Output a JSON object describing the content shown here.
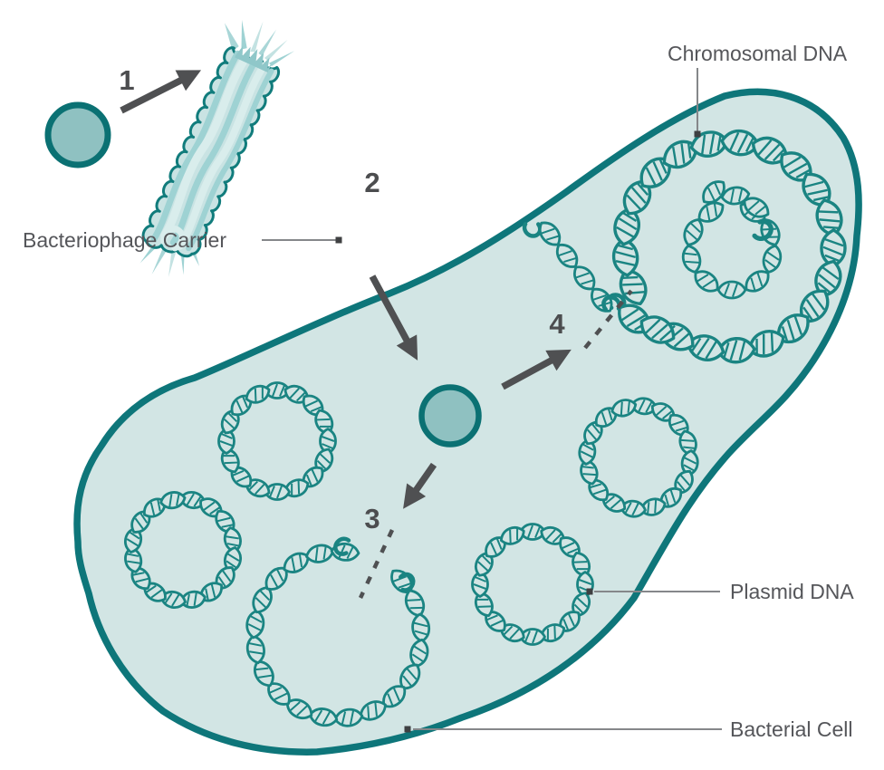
{
  "figure": {
    "labels": {
      "chromosomal_dna": "Chromosomal DNA",
      "bacteriophage_carrier": "Bacteriophage Carrier",
      "plasmid_dna": "Plasmid DNA",
      "bacterial_cell": "Bacterial Cell"
    },
    "step_numbers": {
      "step1": "1",
      "step2": "2",
      "step3": "3",
      "step4": "4"
    },
    "colors": {
      "background": "#ffffff",
      "cell_fill": "#d2e5e4",
      "membrane_stroke": "#0e767a",
      "dna_stroke": "#1a8482",
      "gene_circle_fill": "#8fc1c1",
      "gene_circle_stroke": "#0b7173",
      "phage_body_fill": "#c9e3e3",
      "phage_streak_light": "#d9edec",
      "phage_streak_mid": "#9ed2d3",
      "phage_crown": "#8fc7c9",
      "arrow_gray": "#4f5052",
      "label_gray": "#55565a",
      "leader_line": "#85878a"
    }
  }
}
